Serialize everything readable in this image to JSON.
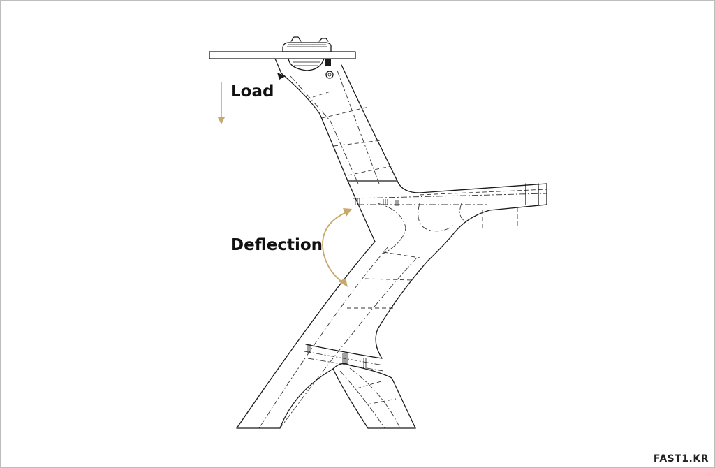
{
  "labels": {
    "load": "Load",
    "deflection": "Deflection"
  },
  "watermark": "FAST1.KR",
  "colors": {
    "accent_arrow": "#c8a96a",
    "line": "#1a1a1a",
    "background": "#ffffff"
  },
  "icons": {
    "load_arrow": "down-arrow-icon",
    "deflection_arrow": "curved-double-arrow-icon",
    "seat_clamp": "saddle-clamp-icon"
  }
}
